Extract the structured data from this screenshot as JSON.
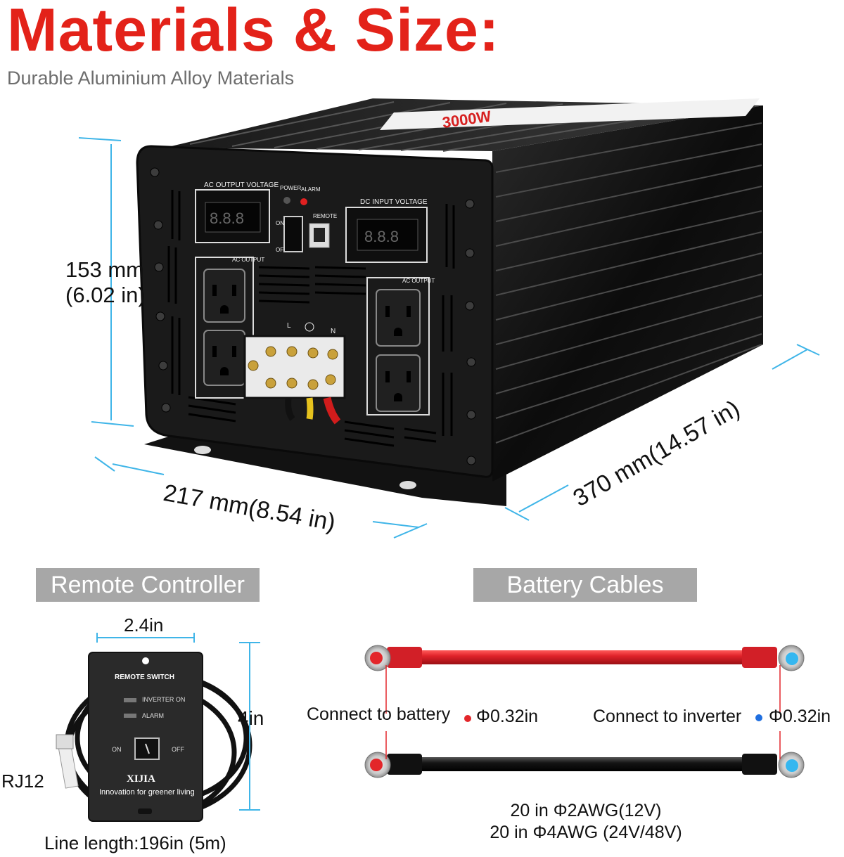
{
  "header": {
    "title": "Materials & Size:",
    "subtitle": "Durable Aluminium Alloy Materials"
  },
  "dimensions": {
    "height_mm": "153 mm",
    "height_in": "(6.02 in)",
    "width": "217 mm(8.54 in)",
    "length": "370 mm(14.57 in)"
  },
  "inverter_panel": {
    "ac_output_voltage": "AC OUTPUT VOLTAGE",
    "power": "POWER",
    "alarm": "ALARM",
    "remote": "REMOTE",
    "dc_input_voltage": "DC  INPUT  VOLTAGE",
    "ac_output": "AC OUTPUT",
    "switch_on": "ON",
    "switch_off": "OF",
    "terminal_l": "L",
    "terminal_n": "N",
    "display_digits": "8.8.8",
    "label_brand": "3000W"
  },
  "remote_controller": {
    "section_label": "Remote Controller",
    "width": "2.4in",
    "height": "4in",
    "title": "REMOTE SWITCH",
    "inverter_on": "INVERTER ON",
    "alarm": "ALARM",
    "on": "ON",
    "off": "OFF",
    "brand": "XIJIA",
    "tagline": "Innovation for greener living",
    "connector": "RJ12",
    "line_length": "Line length:196in (5m)"
  },
  "battery_cables": {
    "section_label": "Battery Cables",
    "connect_battery": "Connect to battery",
    "battery_size": "Φ0.32in",
    "connect_inverter": "Connect to inverter",
    "inverter_size": "Φ0.32in",
    "spec_1": "20 in Φ2AWG(12V)",
    "spec_2": "20 in Φ4AWG (24V/48V)"
  },
  "colors": {
    "title_red": "#e32219",
    "dim_line_blue": "#3fb5e8",
    "label_grey": "#a7a7a7",
    "cable_red": "#e0222a",
    "cable_black": "#151515",
    "dot_red": "#e3262a",
    "dot_blue": "#1f6fe0"
  }
}
